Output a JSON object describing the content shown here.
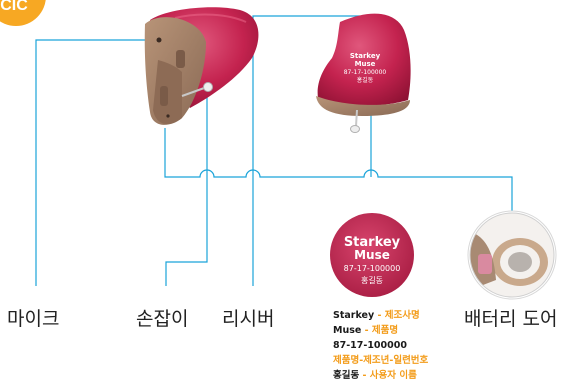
{
  "badge": {
    "text": "CIC"
  },
  "labels": {
    "microphone": "마이크",
    "handle": "손잡이",
    "receiver": "리시버",
    "battery_door": "배터리 도어"
  },
  "device_imprint": {
    "brand": "Starkey",
    "model": "Muse",
    "serial": "87-17-100000",
    "owner": "홍길동"
  },
  "legend": [
    {
      "value": "Starkey",
      "separator": " - ",
      "desc": "제조사명"
    },
    {
      "value": "Muse",
      "separator": " - ",
      "desc": "제품명"
    },
    {
      "value": "87-17-100000",
      "separator": "",
      "desc": ""
    },
    {
      "value": "",
      "separator": "",
      "desc": "제품명-제조년-일련번호"
    },
    {
      "value": "홍길동",
      "separator": " - ",
      "desc": "사용자 이름"
    }
  ],
  "colors": {
    "badge": "#f7a823",
    "leader_line": "#1aa3d9",
    "shell": "#c4234f",
    "faceplate": "#9c7a63",
    "highlight_text": "#f39c1a"
  }
}
